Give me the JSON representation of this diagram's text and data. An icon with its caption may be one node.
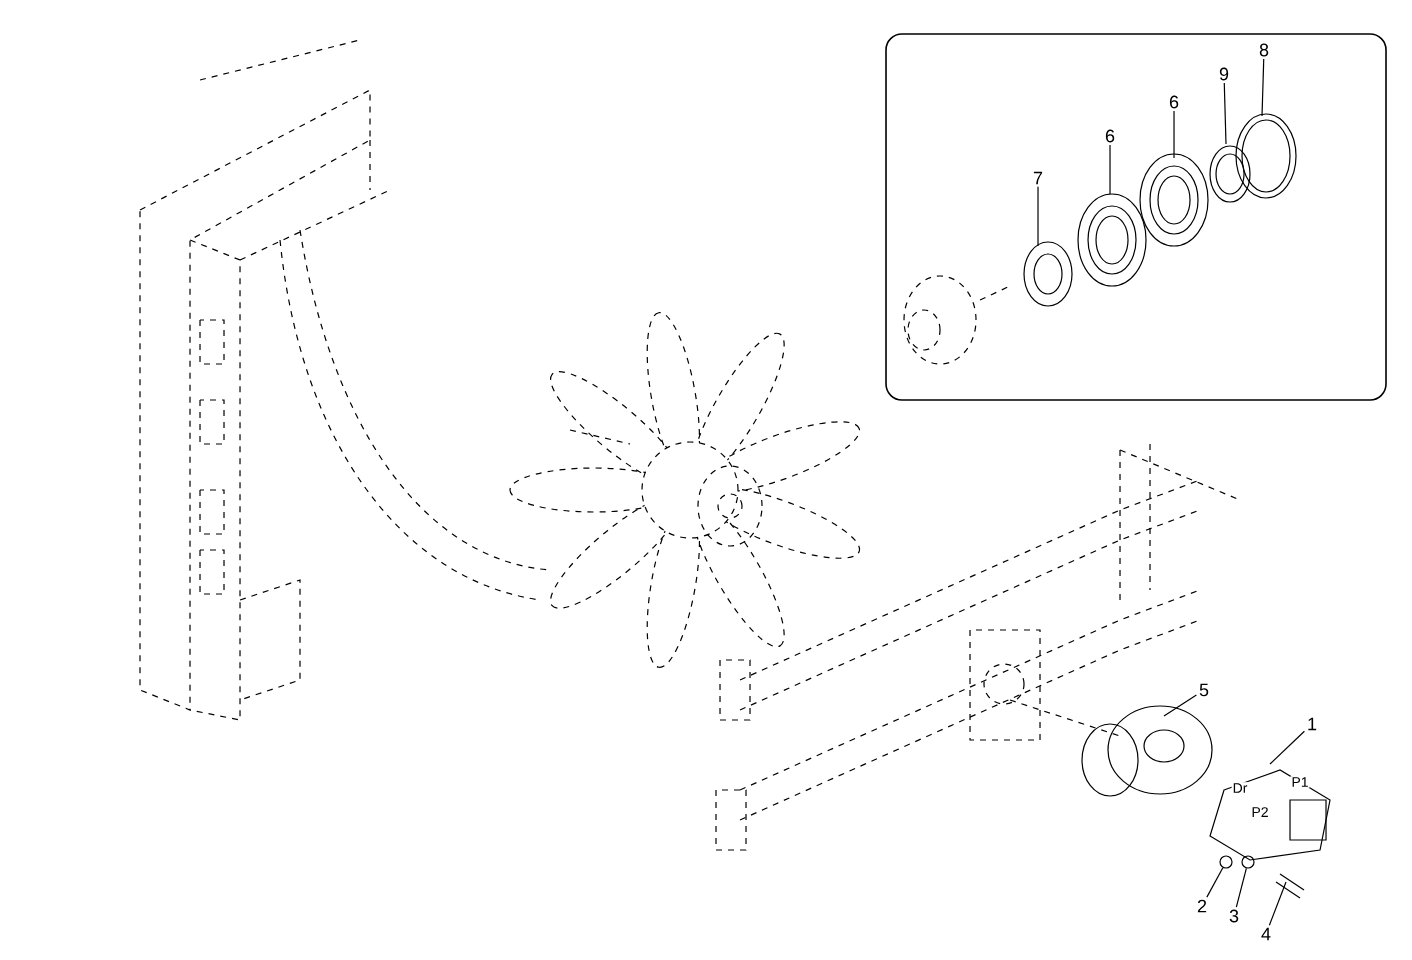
{
  "diagram": {
    "nodes": [
      {
        "text": [],
        "shape": "box"
      },
      {
        "text": [
          "8"
        ],
        "in": 0
      },
      {
        "text": [
          "9"
        ],
        "in": 0
      },
      {
        "text": [
          "6"
        ],
        "in": 0
      },
      {
        "text": [
          "6"
        ],
        "in": 0
      },
      {
        "text": [
          "7"
        ],
        "in": 0
      },
      {
        "text": [
          "5"
        ]
      },
      {
        "text": [
          "1"
        ]
      },
      {
        "text": [
          "2"
        ]
      },
      {
        "text": [
          "3"
        ]
      },
      {
        "text": [
          "4"
        ]
      },
      {
        "text": [],
        "shape": "circle"
      },
      {
        "text": [],
        "shape": "circle"
      }
    ],
    "edges": [
      {
        "from": 1,
        "to": null,
        "arrow": "none"
      },
      {
        "from": 2,
        "to": null,
        "arrow": "none"
      },
      {
        "from": 3,
        "to": null,
        "arrow": "none"
      },
      {
        "from": 4,
        "to": null,
        "arrow": "none"
      },
      {
        "from": 5,
        "to": null,
        "arrow": "none"
      },
      {
        "from": 6,
        "to": null,
        "arrow": "none"
      },
      {
        "from": 7,
        "to": null,
        "arrow": "none"
      },
      {
        "from": 8,
        "to": 11,
        "arrow": "none"
      },
      {
        "from": 9,
        "to": 12,
        "arrow": "none"
      },
      {
        "from": 10,
        "to": null,
        "arrow": "none"
      }
    ],
    "labels": [
      "Dr",
      "P1",
      "P2"
    ]
  }
}
